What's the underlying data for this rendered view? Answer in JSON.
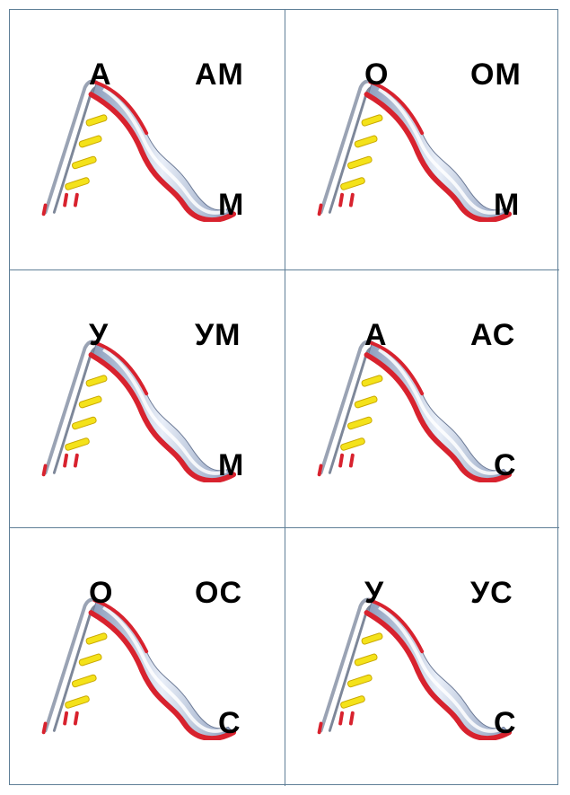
{
  "colors": {
    "border": "#5f7f97",
    "slide_edge": "#d8222e",
    "slide_body": "#b9c6da",
    "ladder_step": "#f4e21a",
    "rail": "#9aa3b4"
  },
  "icon": "playground-slide-icon",
  "cards": [
    {
      "top_letter": "А",
      "syllable": "АМ",
      "bottom_letter": "М"
    },
    {
      "top_letter": "О",
      "syllable": "ОМ",
      "bottom_letter": "М"
    },
    {
      "top_letter": "У",
      "syllable": "УМ",
      "bottom_letter": "М"
    },
    {
      "top_letter": "А",
      "syllable": "АС",
      "bottom_letter": "С"
    },
    {
      "top_letter": "О",
      "syllable": "ОС",
      "bottom_letter": "С"
    },
    {
      "top_letter": "У",
      "syllable": "УС",
      "bottom_letter": "С"
    }
  ]
}
